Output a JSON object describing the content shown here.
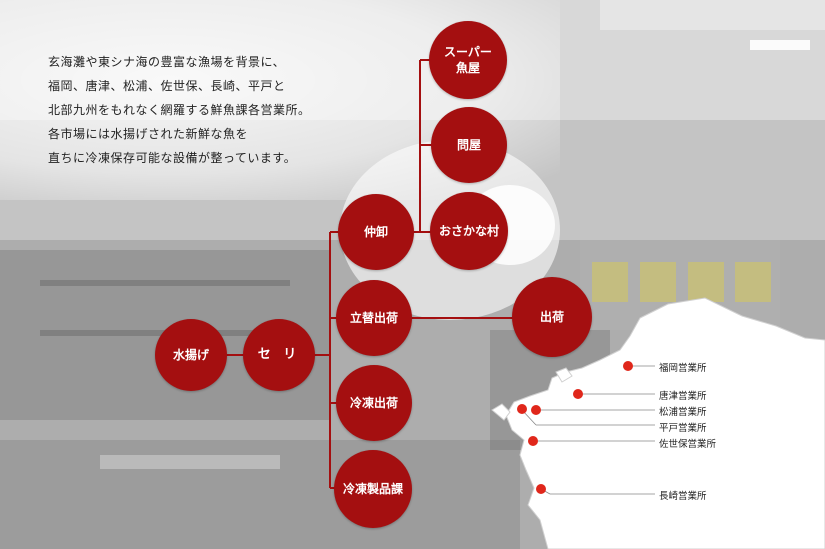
{
  "intro_lines": [
    "玄海灘や東シナ海の豊富な漁場を背景に、",
    "福岡、唐津、松浦、佐世保、長崎、平戸と",
    "北部九州をもれなく網羅する鮮魚課各営業所。",
    "各市場には水揚げされた新鮮な魚を",
    "直ちに冷凍保存可能な設備が整っています。"
  ],
  "nodes": {
    "mizuage": "水揚げ",
    "seri": "セ リ",
    "nakaoroshi": "仲卸",
    "tatekae": "立替出荷",
    "reitou_shukka": "冷凍出荷",
    "reitou_seihin": "冷凍製品課",
    "super_line1": "スーパー",
    "super_line2": "魚屋",
    "tonya": "問屋",
    "osakana": "おさかな村",
    "shukka": "出荷"
  },
  "offices": [
    "福岡営業所",
    "唐津営業所",
    "松浦営業所",
    "平戸営業所",
    "佐世保営業所",
    "長崎営業所"
  ],
  "colors": {
    "node": "#a40f10",
    "marker": "#e0271b",
    "line": "#a40f10"
  }
}
